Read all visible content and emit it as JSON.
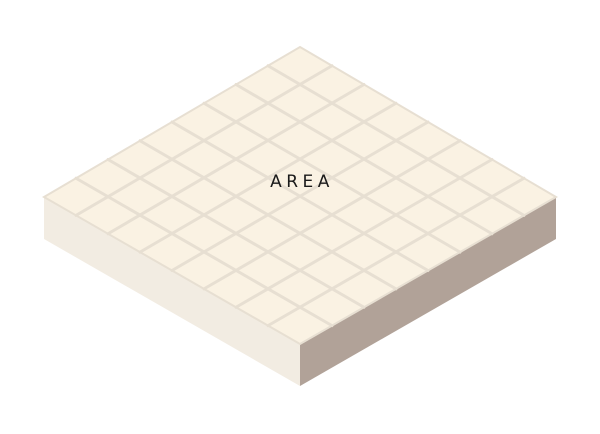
{
  "label": "AREA",
  "grid": {
    "rows": 8,
    "cols": 8
  },
  "colors": {
    "top_surface": "#faf2e3",
    "grid_lines": "#e7dfd2",
    "left_side": "#f2ece2",
    "right_side": "#b1a298",
    "label_text": "#1a1a1a",
    "background": "#ffffff"
  }
}
